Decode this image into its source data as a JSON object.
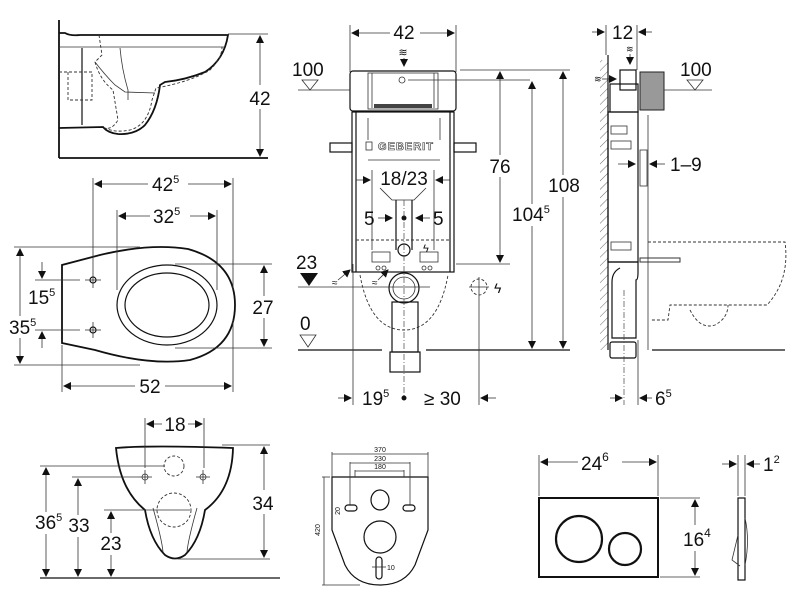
{
  "drawing": {
    "brand_label": "GEBERIT",
    "side_view_bowl": {
      "height": "42"
    },
    "top_view_bowl": {
      "outer_width": "42",
      "outer_width_sup": "5",
      "inner_width": "32",
      "inner_width_sup": "5",
      "length": "52",
      "depth_total": "35",
      "depth_total_sup": "5",
      "bolt_spacing": "15",
      "bolt_spacing_sup": "5",
      "seat_depth": "27"
    },
    "frame_front": {
      "width": "42",
      "level_top": "100",
      "level_drain": "23",
      "level_floor": "0",
      "bolt_spacing": "18/23",
      "offset_left": "5",
      "offset_right": "5",
      "height_76": "76",
      "height_104": "104",
      "height_104_sup": "5",
      "height_108": "108",
      "offset_19": "19",
      "offset_19_sup": "5",
      "min_clearance": "≥ 30"
    },
    "frame_side": {
      "depth": "12",
      "level_top": "100",
      "wall_range": "1–9",
      "drain_offset": "6",
      "drain_offset_sup": "5"
    },
    "front_view_bowl": {
      "bolt_spacing": "18",
      "height_36": "36",
      "height_36_sup": "5",
      "height_33": "33",
      "height_23": "23",
      "bowl_height": "34"
    },
    "gasket": {
      "width_total": "370",
      "width_mid": "230",
      "width_inner": "180",
      "height": "420",
      "slot": "20",
      "bottom_slot": "10"
    },
    "flush_plate": {
      "width": "24",
      "width_sup": "6",
      "height": "16",
      "height_sup": "4",
      "thickness": "1",
      "thickness_sup": "2"
    }
  }
}
